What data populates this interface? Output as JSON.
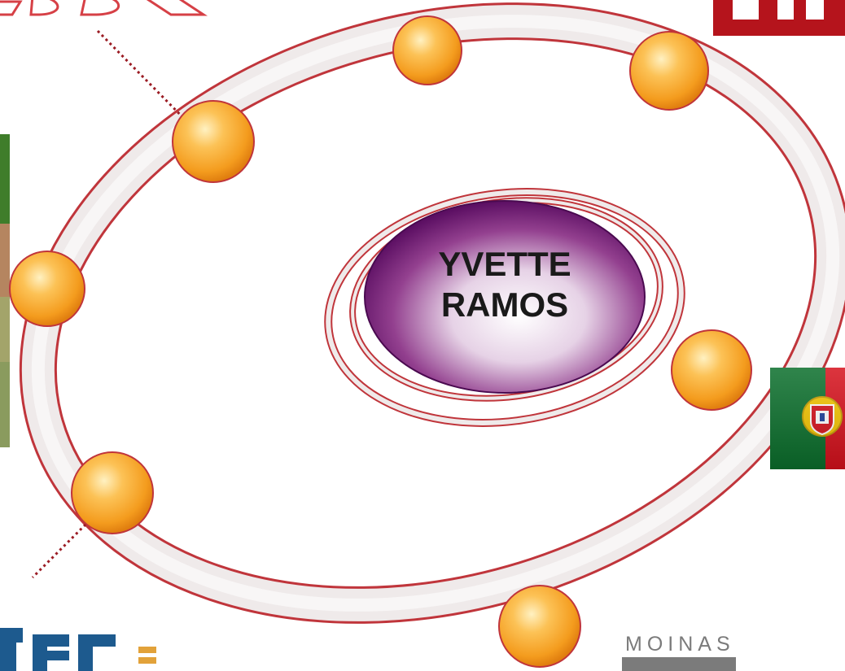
{
  "center": {
    "line1": "YVETTE",
    "line2": "RAMOS"
  },
  "logos": {
    "bottom_right_text": "MOINAS",
    "bottom_left_text": "rec"
  },
  "colors": {
    "ring_fill": "#efeaea",
    "ring_edge": "#c0353b",
    "node_orange": "#f7a22a",
    "center_purple": "#6b1670",
    "logo_red": "#b5141c",
    "flag_green": "#0b6f2c",
    "flag_red": "#d6111c"
  }
}
